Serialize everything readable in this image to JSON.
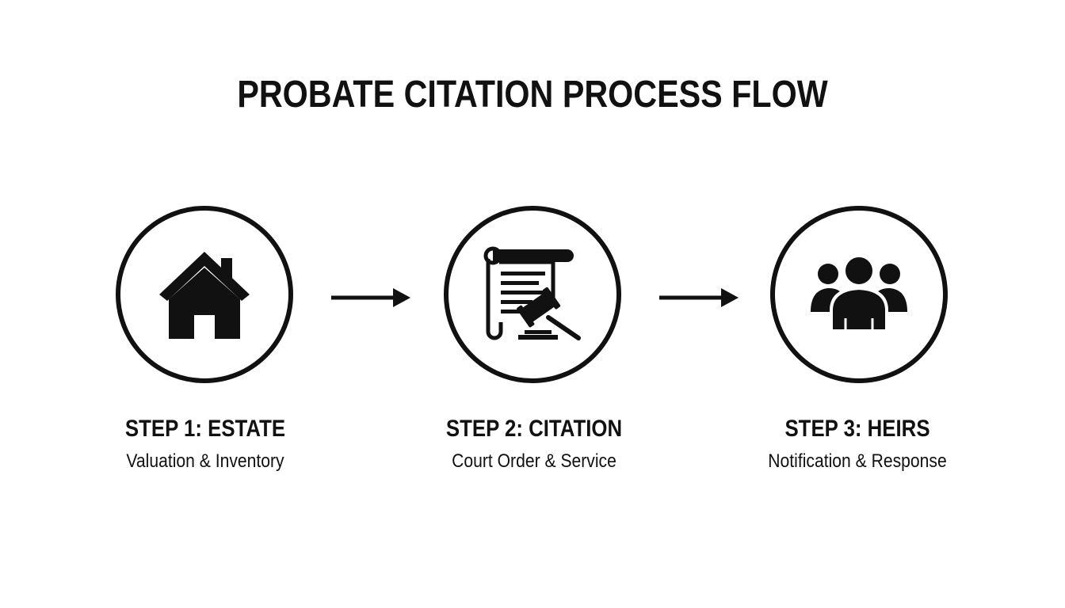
{
  "title": "PROBATE CITATION PROCESS FLOW",
  "steps": [
    {
      "title": "STEP 1: ESTATE",
      "subtitle": "Valuation & Inventory",
      "icon": "house-icon"
    },
    {
      "title": "STEP 2: CITATION",
      "subtitle": "Court Order & Service",
      "icon": "scroll-gavel-icon"
    },
    {
      "title": "STEP 3: HEIRS",
      "subtitle": "Notification & Response",
      "icon": "people-group-icon"
    }
  ],
  "colors": {
    "ink": "#111111",
    "background": "#ffffff"
  }
}
